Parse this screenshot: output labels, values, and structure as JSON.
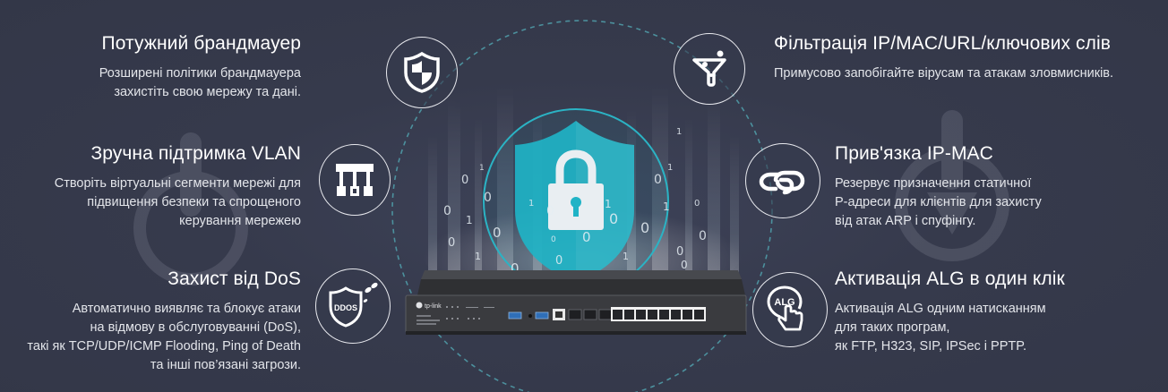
{
  "colors": {
    "background": "#363a4c",
    "accent_cyan": "#1fb5c9",
    "dashed_line": "#4f9aa6",
    "text_primary": "#ffffff",
    "text_secondary": "#e3e5ea"
  },
  "features_left": [
    {
      "title": "Потужний брандмауер",
      "desc": [
        "Розширені політики брандмауера",
        "захистіть свою мережу та дані."
      ],
      "icon": "shield-quarters-icon"
    },
    {
      "title": "Зручна підтримка VLAN",
      "desc": [
        "Створіть віртуальні сегменти мережі для",
        "підвищення безпеки та спрощеного",
        "керування мережею"
      ],
      "icon": "vlan-tree-icon"
    },
    {
      "title": "Захист від DoS",
      "desc": [
        "Автоматично виявляє та блокує атаки",
        "на відмову в обслуговуванні (DoS),",
        "такі як TCP/UDP/ICMP Flooding, Ping of Death",
        "та інші пов’язані загрози."
      ],
      "icon": "ddos-shield-icon",
      "icon_label": "DDOS"
    }
  ],
  "features_right": [
    {
      "title": "Фільтрація IP/MAC/URL/ключових слів",
      "desc": [
        "Примусово запобігайте вірусам та атакам зловмисників."
      ],
      "icon": "filter-funnel-icon"
    },
    {
      "title": "Прив'язка IP-MAC",
      "desc": [
        "Резервує призначення статичної",
        "Р-адреси для клієнтів для захисту",
        "від атак ARP і спуфінгу."
      ],
      "icon": "chain-link-icon"
    },
    {
      "title": "Активація ALG в один клік",
      "desc": [
        "Активація ALG одним натисканням",
        "для таких програм,",
        "як FTP, H323, SIP, IPSec і PPTP."
      ],
      "icon": "alg-click-icon",
      "icon_label": "ALG"
    }
  ],
  "center": {
    "router_brand": "tp-link",
    "binary_digits": [
      "0",
      "1",
      "0",
      "1",
      "0",
      "0",
      "1",
      "0",
      "1",
      "0",
      "0",
      "1",
      "0",
      "1",
      "0",
      "0",
      "1",
      "0",
      "1",
      "0"
    ]
  }
}
